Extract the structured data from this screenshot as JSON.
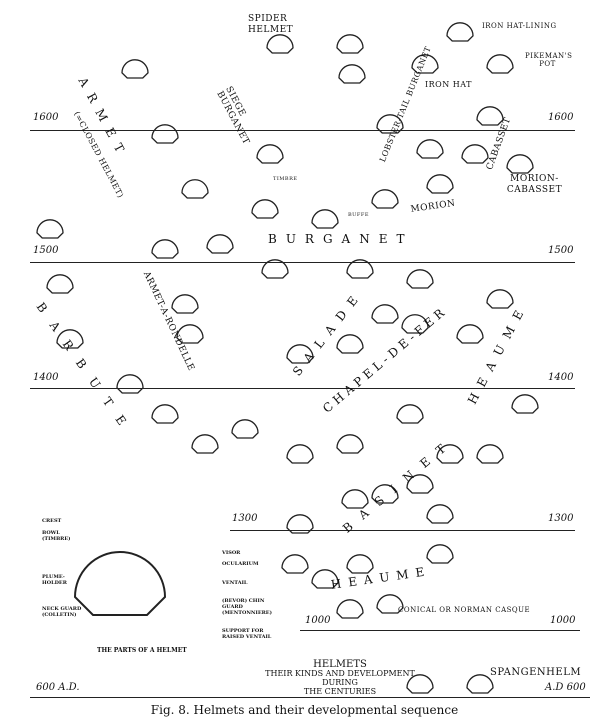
{
  "labels": {
    "spider_helmet": "SPIDER HELMET",
    "iron_hat_lining": "IRON HAT-LINING",
    "pikemans_pot": "PIKEMAN'S POT",
    "iron_hat": "IRON HAT",
    "lobster_tail_burganet": "LOBSTER-TAIL BURGANET",
    "siege_burganet": "SIEGE BURGANET",
    "armet": "ARMET",
    "closed_helmet": "(=CLOSED HELMET)",
    "cabasset": "CABASSET",
    "morion_cabasset": "MORION-CABASSET",
    "morion": "MORION",
    "burganet": "BURGANET",
    "buffe": "BUFFE",
    "timbre": "TIMBRE",
    "salade": "SALADE",
    "chapel_de_fer": "CHAPEL-DE-FER",
    "heaume_upper": "HEAUME",
    "armet_a_rondelle": "ARMET-A-RONDELLE",
    "barbute": "BARBUTE",
    "basinet": "BASINET",
    "heaume_lower": "HEAUME",
    "conical_casque": "CONICAL OR NORMAN CASQUE",
    "spangenhelm": "SPANGENHELM"
  },
  "years": {
    "y1600_left": "1600",
    "y1600_right": "1600",
    "y1500_left": "1500",
    "y1500_right": "1500",
    "y1400_left": "1400",
    "y1400_right": "1400",
    "y1300_left": "1300",
    "y1300_right": "1300",
    "y1000_left": "1000",
    "y1000_right": "1000",
    "y600_left": "600 A.D.",
    "y600_right": "A.D 600"
  },
  "parts": {
    "title": "THE PARTS OF A HELMET",
    "crest": "CREST",
    "bowl": "BOWL (TIMBRE)",
    "plume_holder": "PLUME-HOLDER",
    "neck_guard": "NECK GUARD (COLLETIN)",
    "visor": "VISOR",
    "ocularium": "OCULARIUM",
    "ventail": "VENTAIL",
    "chin_guard": "(BEVOR) CHIN GUARD (MENTONNIERE)",
    "support": "SUPPORT FOR RAISED VENTAIL"
  },
  "title": {
    "line1": "HELMETS",
    "line2": "THEIR KINDS AND DEVELOPMENT DURING",
    "line3": "THE CENTURIES"
  },
  "caption": "Fig. 8.  Helmets and their developmental sequence"
}
